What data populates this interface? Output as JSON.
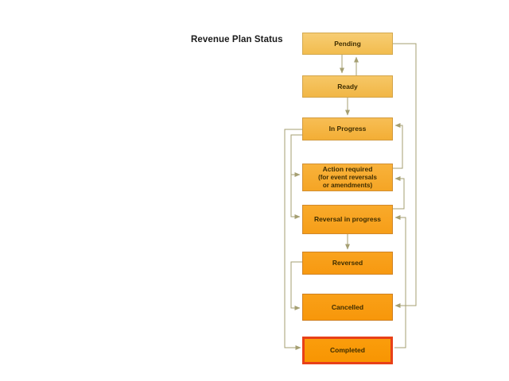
{
  "title": "Revenue Plan Status",
  "colors": {
    "background": "#ffffff",
    "connector": "#a59f72",
    "title_text": "#1a1a1a",
    "node_text": "#3e2d00",
    "completed_border": "#e84018"
  },
  "diagram": {
    "nodes": [
      {
        "id": "pending",
        "label": "Pending",
        "fill_top": "#f7cd74",
        "fill_bottom": "#f2bc4e",
        "border": "#d3a94f"
      },
      {
        "id": "ready",
        "label": "Ready",
        "fill_top": "#f6c766",
        "fill_bottom": "#f1b646",
        "border": "#d3a44a"
      },
      {
        "id": "in-progress",
        "label": "In Progress",
        "fill_top": "#f7be55",
        "fill_bottom": "#f3ae35",
        "border": "#d29a3d"
      },
      {
        "id": "action-required",
        "label": "Action required",
        "sublabel": "(for event reversals\nor amendments)",
        "fill_top": "#f8b23b",
        "fill_bottom": "#f5a525",
        "border": "#d18f33"
      },
      {
        "id": "reversal-in-progress",
        "label": "Reversal in progress",
        "fill_top": "#f9aa2b",
        "fill_bottom": "#f69e18",
        "border": "#d0882b"
      },
      {
        "id": "reversed",
        "label": "Reversed",
        "fill_top": "#f9a31f",
        "fill_bottom": "#f79910",
        "border": "#cf8325"
      },
      {
        "id": "cancelled",
        "label": "Cancelled",
        "fill_top": "#f9a018",
        "fill_bottom": "#f8970a",
        "border": "#cf7f1f"
      },
      {
        "id": "completed",
        "label": "Completed",
        "fill_top": "#fa9d0c",
        "fill_bottom": "#f89502",
        "border": "#e84018"
      }
    ],
    "edges": [
      {
        "from": "Pending",
        "to": "Ready",
        "route": "center-down"
      },
      {
        "from": "Ready",
        "to": "Pending",
        "route": "center-up"
      },
      {
        "from": "Ready",
        "to": "In Progress",
        "route": "center-down"
      },
      {
        "from": "Reversal in progress",
        "to": "Reversed",
        "route": "center-down"
      },
      {
        "from": "In Progress",
        "to": "Action required",
        "route": "left"
      },
      {
        "from": "In Progress",
        "to": "Reversal in progress",
        "route": "left"
      },
      {
        "from": "In Progress",
        "to": "Completed",
        "route": "left-outer"
      },
      {
        "from": "Reversed",
        "to": "Cancelled",
        "route": "left"
      },
      {
        "from": "Action required",
        "to": "In Progress",
        "route": "right"
      },
      {
        "from": "Reversal in progress",
        "to": "Action required",
        "route": "right"
      },
      {
        "from": "Completed",
        "to": "Reversal in progress",
        "route": "right"
      },
      {
        "from": "Pending",
        "to": "Cancelled",
        "route": "right-outer"
      }
    ]
  }
}
